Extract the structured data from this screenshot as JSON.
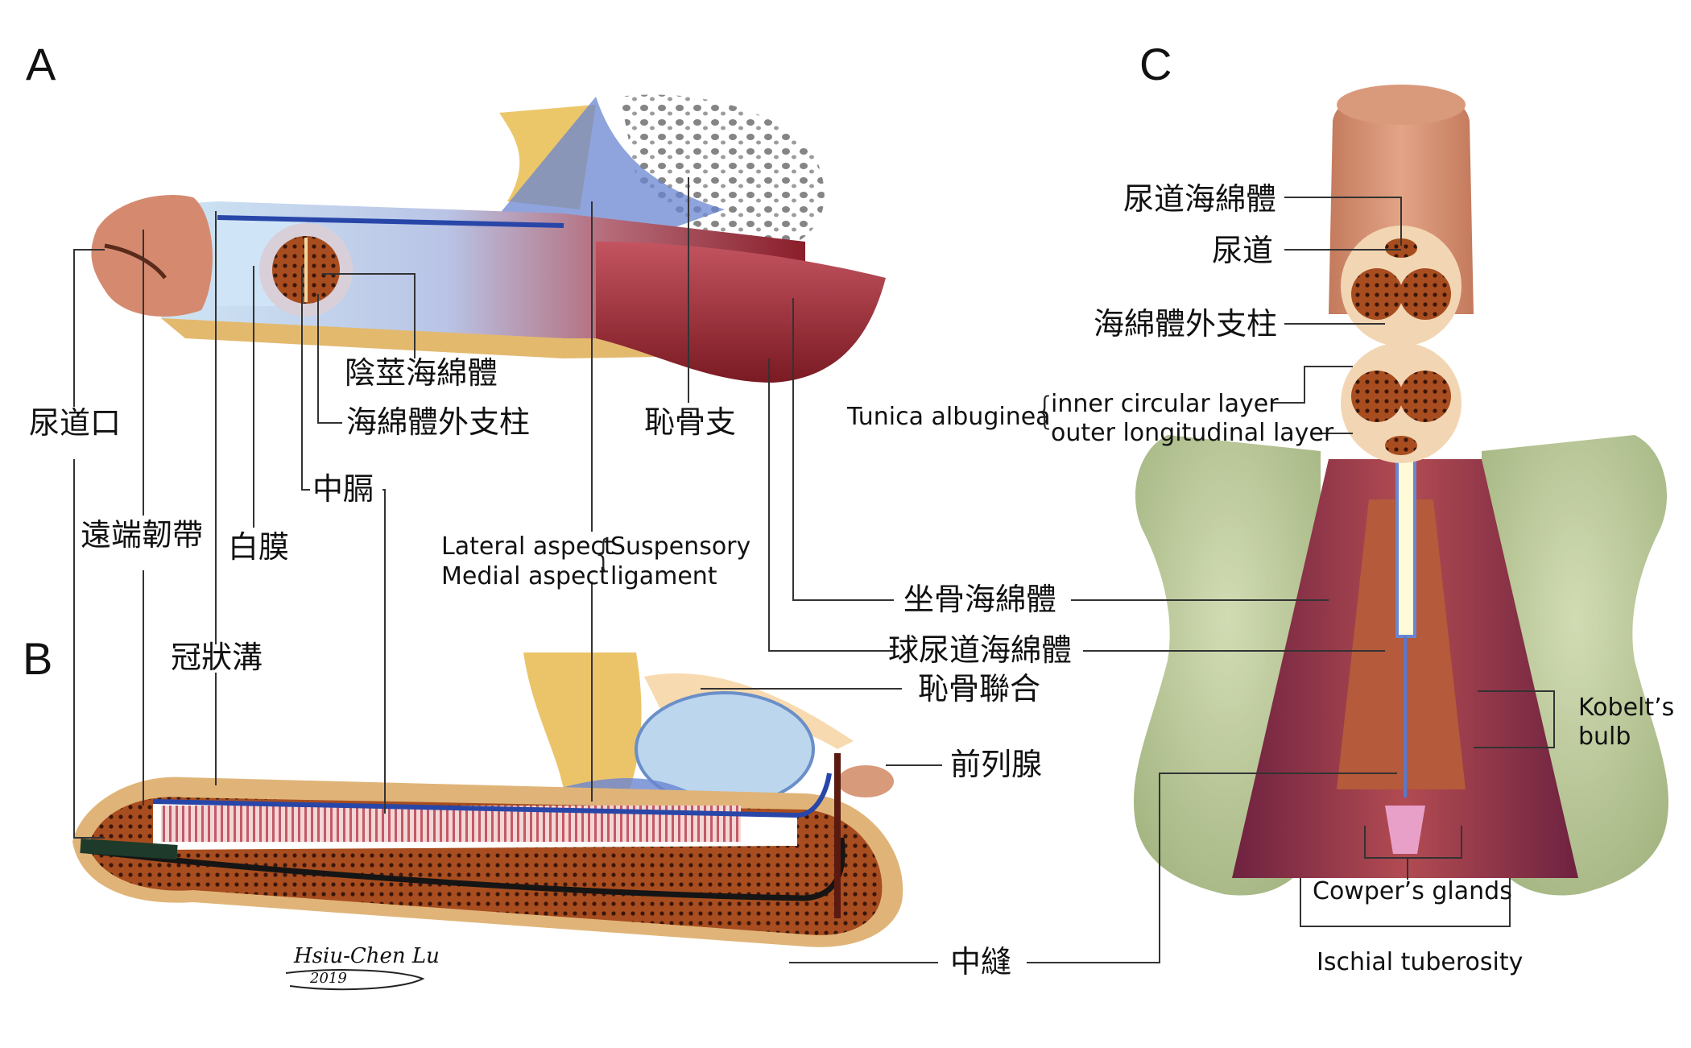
{
  "panels": {
    "a": "A",
    "b": "B",
    "c": "C"
  },
  "labels": {
    "urethral_meatus": "尿道口",
    "distal_ligament": "遠端韌帶",
    "coronal_sulcus": "冠狀溝",
    "tunica_albuginea_cjk": "白膜",
    "corpus_cavernosum": "陰莖海綿體",
    "outer_strut_a": "海綿體外支柱",
    "septum": "中膈",
    "pubic_ramus": "恥骨支",
    "lateral_aspect": "Lateral aspect",
    "medial_aspect": "Medial aspect",
    "suspensory_1": "Suspensory",
    "suspensory_2": "ligament",
    "ischiocavernosus": "坐骨海綿體",
    "bulbospongiosus": "球尿道海綿體",
    "pubic_symphysis": "恥骨聯合",
    "prostate": "前列腺",
    "raphe": "中縫",
    "corpus_spongiosum": "尿道海綿體",
    "urethra": "尿道",
    "outer_strut_c": "海綿體外支柱",
    "tunica_albuginea": "Tunica albuginea",
    "inner_layer": "inner circular layer",
    "outer_layer": "outer longitudinal layer",
    "kobelt_1": "Kobelt’s",
    "kobelt_2": "bulb",
    "cowpers": "Cowper’s glands",
    "ischial": "Ischial tuberosity"
  },
  "signature": {
    "name": "Hsiu-Chen Lu",
    "year": "2019"
  },
  "colors": {
    "skin": "#d9967a",
    "muscle": "#8c2c33",
    "tunica_blue": "#5a78c8",
    "erectile": "#a8501e",
    "bone": "#b7c79a",
    "fat": "#e8b85a"
  }
}
